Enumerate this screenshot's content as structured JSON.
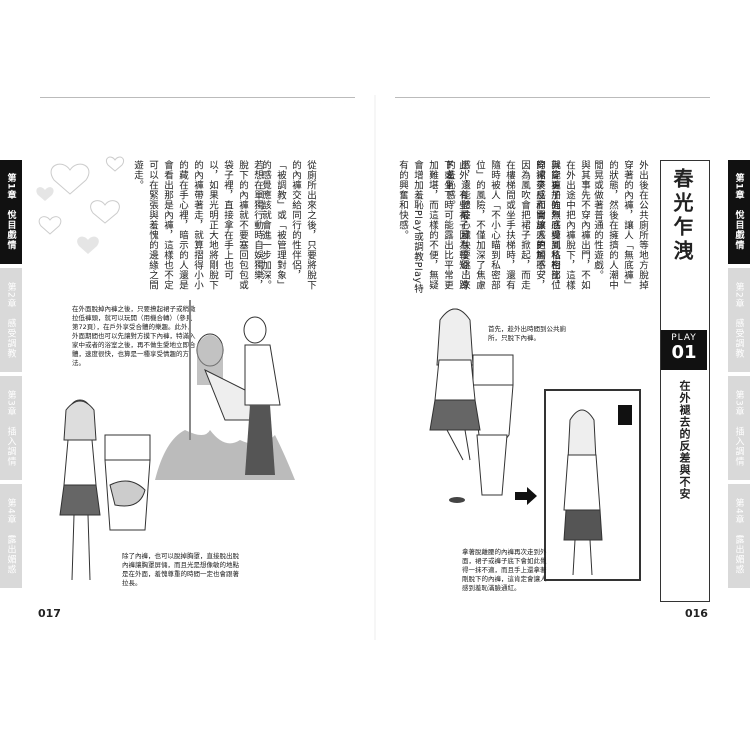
{
  "chapter_tabs": {
    "left": [
      "第1章　悅目戲情",
      "第2章　感受調教",
      "第3章　插入調情",
      "第4章　露出媚惑"
    ],
    "right": [
      "第1章　悅目戲情",
      "第2章　感受調教",
      "第3章　插入調情",
      "第4章　露出媚惑"
    ]
  },
  "right_page": {
    "title": "春光乍洩",
    "play_label": "PLAY",
    "play_number": "01",
    "subtitle": "在外褪去的反差與不安",
    "columns": [
      "外出後在公共廁所等地方脫掉穿著的內褲，讓人「無底褲」的狀態，然後在擁擠的人潮中閒晃或做著普通的性遊戲。",
      "與其事先不穿內褲出門，不如在外出途中把內褲脫下，這樣就能更加強烈感受到私密部位的涼爽感和開放感的觸感。",
      "與穿褲子的無底褲風格相比，穿裙子反而會讓人更加不安，因為風吹會把裙子掀起，而走在樓梯間或坐手扶梯時，還有隨時被人「不小心瞄到私密部位」的風險，不僅加深了焦慮感，還能體驗心臟快要跳出來的羞恥感。",
      "此外，有些裙子因為較短，蹲下或坐下時可能露出比平常更加難堪，而這樣的不便，無疑會增加羞恥Play或調教Play特有的興奮和快感。"
    ],
    "caption_1": "首先，趁外出時間到公共廁所，只脫下內褲。",
    "caption_2": "拿著脫離腰的內褲再次走到外面，裙子或褲子底下會如此覺得一抹不適，而且手上還拿著剛脫下的內褲，這肯定會讓人感到羞恥滿臉通紅。",
    "page_number": "016"
  },
  "left_page": {
    "columns": [
      "從廁所出來之後，只要將脫下的內褲交給同行的性伴侶，「被調教」或「被管理對象」的感覺應該就會進一步加深。",
      "若想在單獨行動時自娛獨樂，脫下的內褲就不要塞回包包或袋子裡，直接拿在手上也可以，如果光明正大地將剛脫下的內褲帶著走，就算摺得小小的藏在手心裡，暗示的人還是會看出那是內褲，這樣也不定可以在緊張與羞愧的邊緣之間遊走。"
    ],
    "caption_1": "在外面脫掉內褲之後，只要撩起裙子或稍微拉低褲頭，就可以玩開（用機合轉）（參見第72頁），在戶外享受合體的樂趣。此外，外面期間也可以先讓對方摸下內褲，特滿入家中或者的浴室之後，再不做生愛地立即合體，速度很快，也算是一種享受情趣的方法。",
    "caption_2": "除了內褲，也可以脫掉胸罩，直接脫出脫內褲讓胸罩屏倆，而且光是想像敏的地點是在外面，羞愧尊重的時間一定也會跟著拉長。",
    "page_number": "017"
  }
}
